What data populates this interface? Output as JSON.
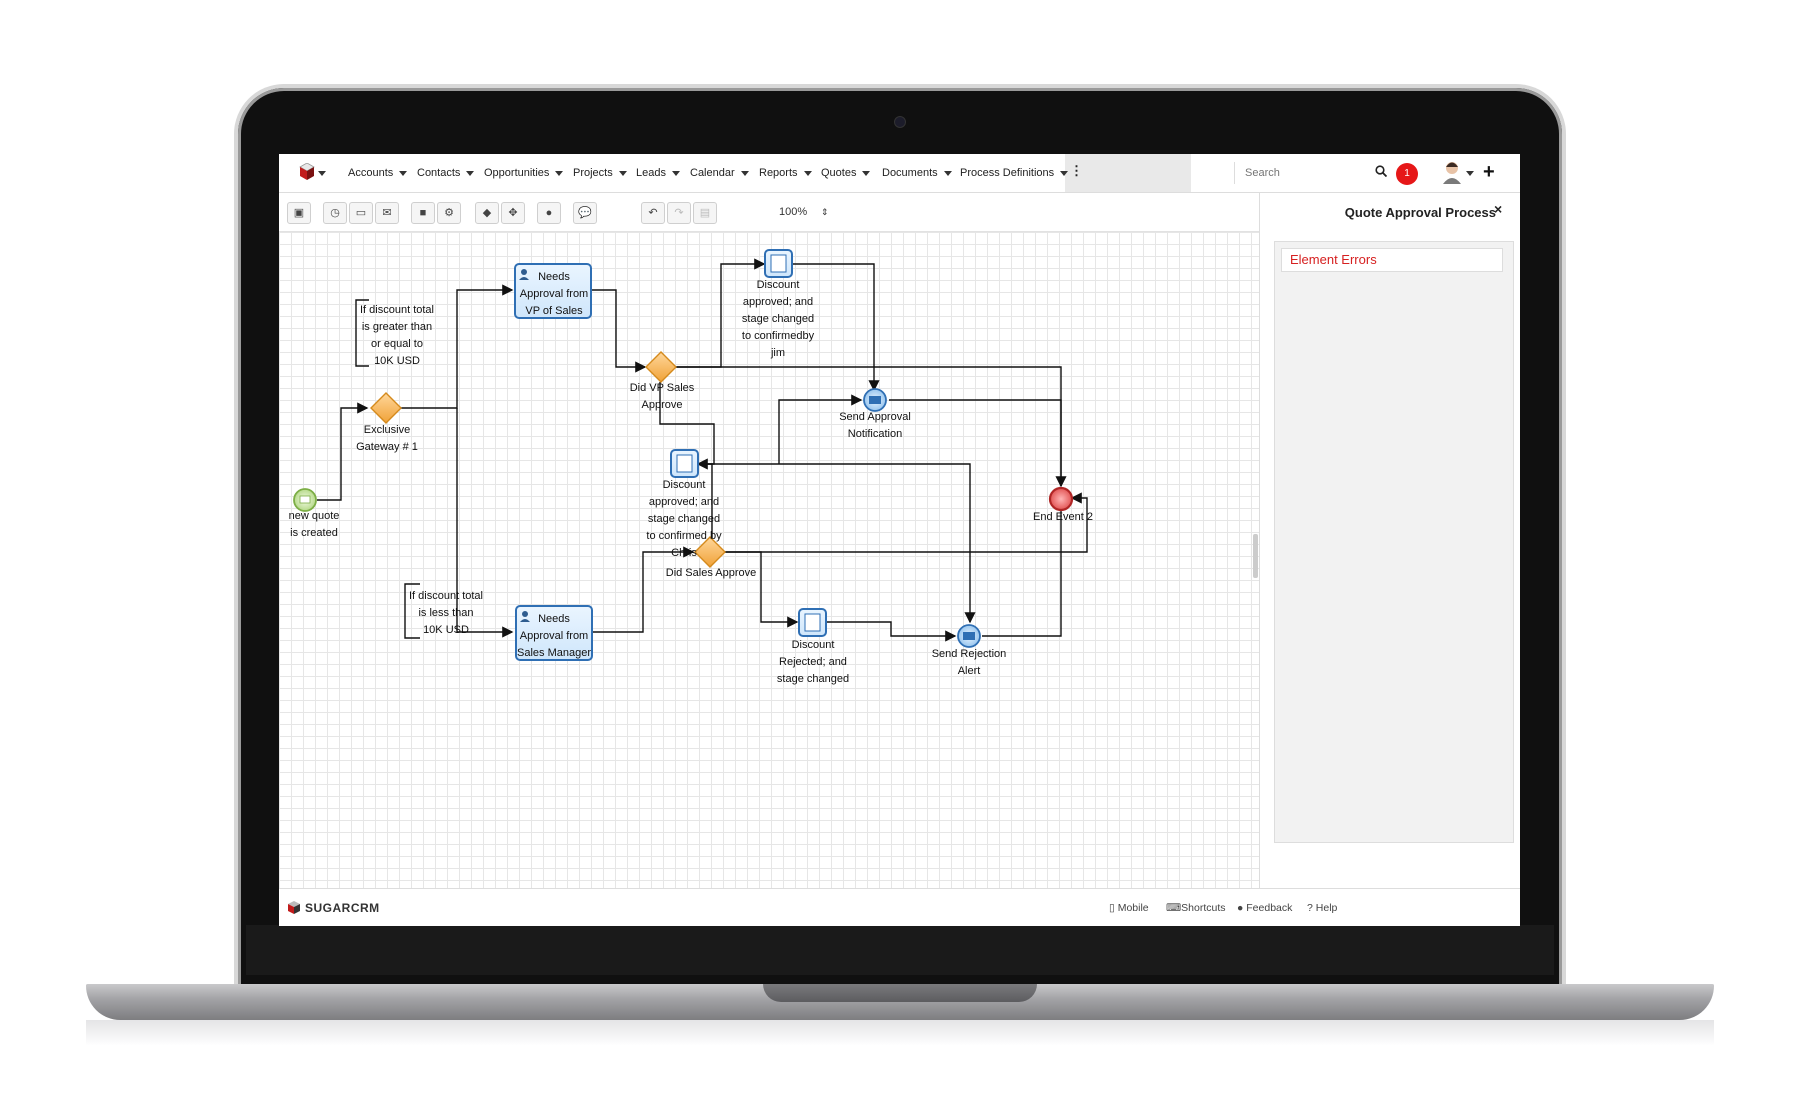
{
  "nav": {
    "items": [
      "Accounts",
      "Contacts",
      "Opportunities",
      "Projects",
      "Leads",
      "Calendar",
      "Reports",
      "Quotes",
      "Documents",
      "Process Definitions"
    ],
    "search_placeholder": "Search",
    "notification_count": "1"
  },
  "toolbar": {
    "zoom": "100%"
  },
  "panel": {
    "title": "Quote Approval Process",
    "close": "×",
    "errors_label": "Element Errors"
  },
  "diagram": {
    "start": "new quote is created",
    "gateway1": "Exclusive Gateway # 1",
    "vp_task": "Needs Approval from VP of Sales",
    "mgr_task": "Needs Approval from Sales Manager",
    "vp_gateway": "Did VP Sales Approve",
    "sales_gateway": "Did Sales Approve",
    "vp_approved": "Discount approved; and stage changed to confirmedby jim",
    "chris_approved": "Discount approved; and stage changed to confirmed by Chris",
    "rejected": "Discount Rejected; and stage changed",
    "send_approval": "Send Approval Notification",
    "send_rejection": "Send Rejection Alert",
    "end": "End Event 2",
    "annotation_high": "If discount total is greater than or equal to 10K USD",
    "annotation_low": "If discount total is less than 10K USD"
  },
  "footer": {
    "brand": "SUGARCRM",
    "mobile": "Mobile",
    "shortcuts": "Shortcuts",
    "feedback": "Feedback",
    "help": "Help"
  }
}
